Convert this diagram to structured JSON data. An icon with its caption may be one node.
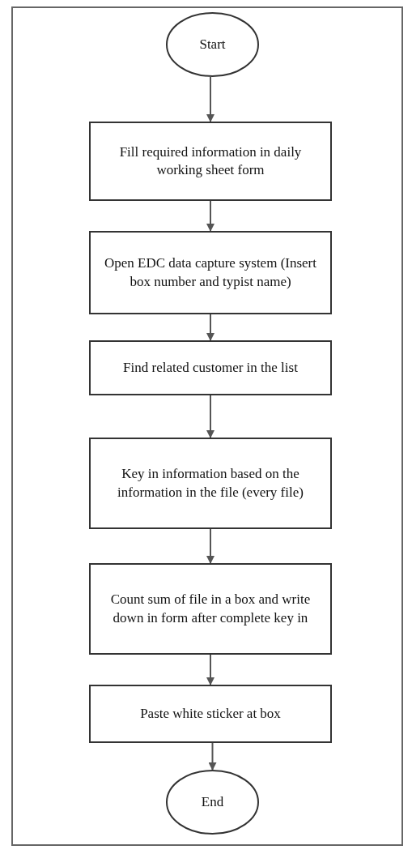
{
  "diagram": {
    "nodes": [
      {
        "text": [
          "Start"
        ]
      },
      {
        "text": [
          "Fill required information in daily working sheet form"
        ]
      },
      {
        "text": [
          "Open EDC data capture system (Insert box number and typist name)"
        ]
      },
      {
        "text": [
          "Find related customer in the list"
        ]
      },
      {
        "text": [
          "Key in information based on the information in the file (every file)"
        ]
      },
      {
        "text": [
          "Count sum of file in a box and write down in form after complete key in"
        ]
      },
      {
        "text": [
          "Paste white sticker at box"
        ]
      },
      {
        "text": [
          "End"
        ]
      }
    ],
    "edges": [
      {
        "from": 0,
        "to": 1,
        "arrow": "to"
      },
      {
        "from": 1,
        "to": 2,
        "arrow": "to"
      },
      {
        "from": 2,
        "to": 3,
        "arrow": "to"
      },
      {
        "from": 3,
        "to": 4,
        "arrow": "to"
      },
      {
        "from": 4,
        "to": 5,
        "arrow": "to"
      },
      {
        "from": 5,
        "to": 6,
        "arrow": "to"
      },
      {
        "from": 6,
        "to": 7,
        "arrow": "to"
      }
    ]
  }
}
